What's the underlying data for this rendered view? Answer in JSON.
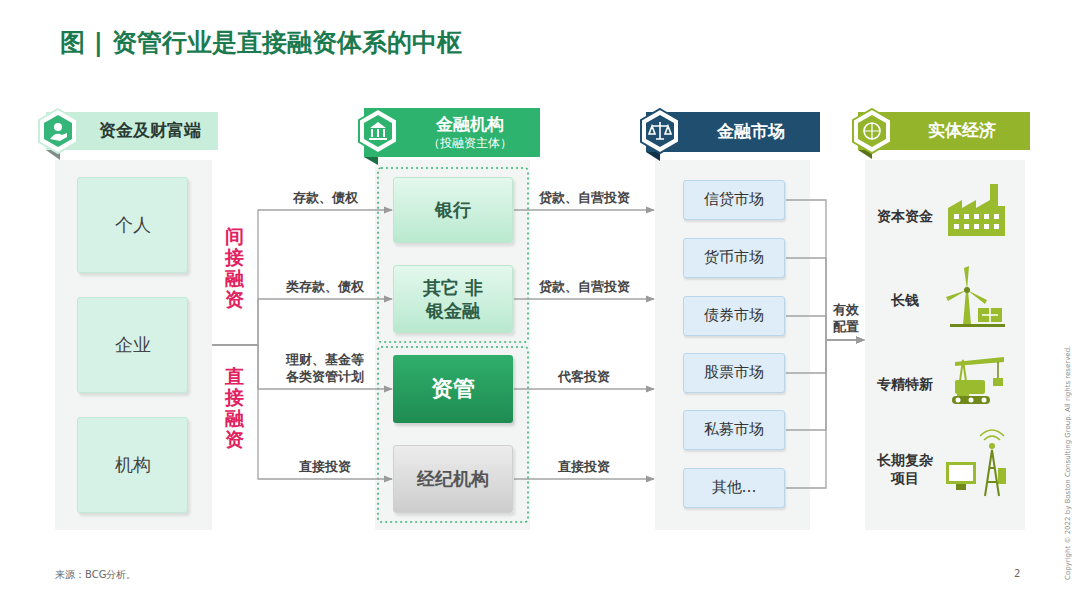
{
  "diagram": {
    "title": "图 | 资管行业是直接融资体系的中枢",
    "nodes": [
      {
        "text": [
          "资金及财富端"
        ]
      },
      {
        "text": [
          "个人"
        ],
        "in": 0
      },
      {
        "text": [
          "企业"
        ],
        "in": 0
      },
      {
        "text": [
          "机构"
        ],
        "in": 0
      },
      {
        "text": [
          "金融机构",
          "（投融资主体）"
        ]
      },
      {
        "text": [
          "银行"
        ],
        "in": 4
      },
      {
        "text": [
          "其它 非银金融"
        ],
        "in": 4
      },
      {
        "text": [
          "资管"
        ],
        "in": 4
      },
      {
        "text": [
          "经纪机构"
        ],
        "in": 4
      },
      {
        "text": [
          "金融市场"
        ]
      },
      {
        "text": [
          "信贷市场"
        ],
        "in": 9
      },
      {
        "text": [
          "货币市场"
        ],
        "in": 9
      },
      {
        "text": [
          "债券市场"
        ],
        "in": 9
      },
      {
        "text": [
          "股票市场"
        ],
        "in": 9
      },
      {
        "text": [
          "私募市场"
        ],
        "in": 9
      },
      {
        "text": [
          "其他…"
        ],
        "in": 9
      },
      {
        "text": [
          "实体经济",
          "资本资金",
          "长钱",
          "专精特新",
          "长期复杂 项目"
        ]
      }
    ],
    "edges": [
      {
        "from": 0,
        "to": 5,
        "label": "存款、债权",
        "arrow": "to"
      },
      {
        "from": 0,
        "to": 6,
        "label": "类存款、债权",
        "arrow": "to"
      },
      {
        "from": 0,
        "to": 7,
        "label": "理财、基金等 各类资管计划",
        "arrow": "to"
      },
      {
        "from": 0,
        "to": 8,
        "label": "直接投资",
        "arrow": "to"
      },
      {
        "from": 5,
        "to": 9,
        "label": "贷款、自营投资",
        "arrow": "to"
      },
      {
        "from": 6,
        "to": 9,
        "label": "贷款、自营投资",
        "arrow": "to"
      },
      {
        "from": 7,
        "to": 9,
        "label": "代客投资",
        "arrow": "to"
      },
      {
        "from": 8,
        "to": 9,
        "label": "直接投资",
        "arrow": "to"
      },
      {
        "from": 10,
        "to": 16,
        "arrow": "to"
      },
      {
        "from": 11,
        "to": 16,
        "arrow": "to"
      },
      {
        "from": 12,
        "to": 16,
        "label": "有效 配置",
        "arrow": "to"
      },
      {
        "from": 13,
        "to": 16,
        "arrow": "to"
      },
      {
        "from": 14,
        "to": 16,
        "arrow": "to"
      },
      {
        "from": 15,
        "to": 16,
        "arrow": "to"
      }
    ],
    "labels": [
      "间接融资",
      "直接融资",
      "来源：BCG分析。",
      "2",
      "Copyright © 2022 by Boston Consulting Group. All rights reserved."
    ]
  }
}
